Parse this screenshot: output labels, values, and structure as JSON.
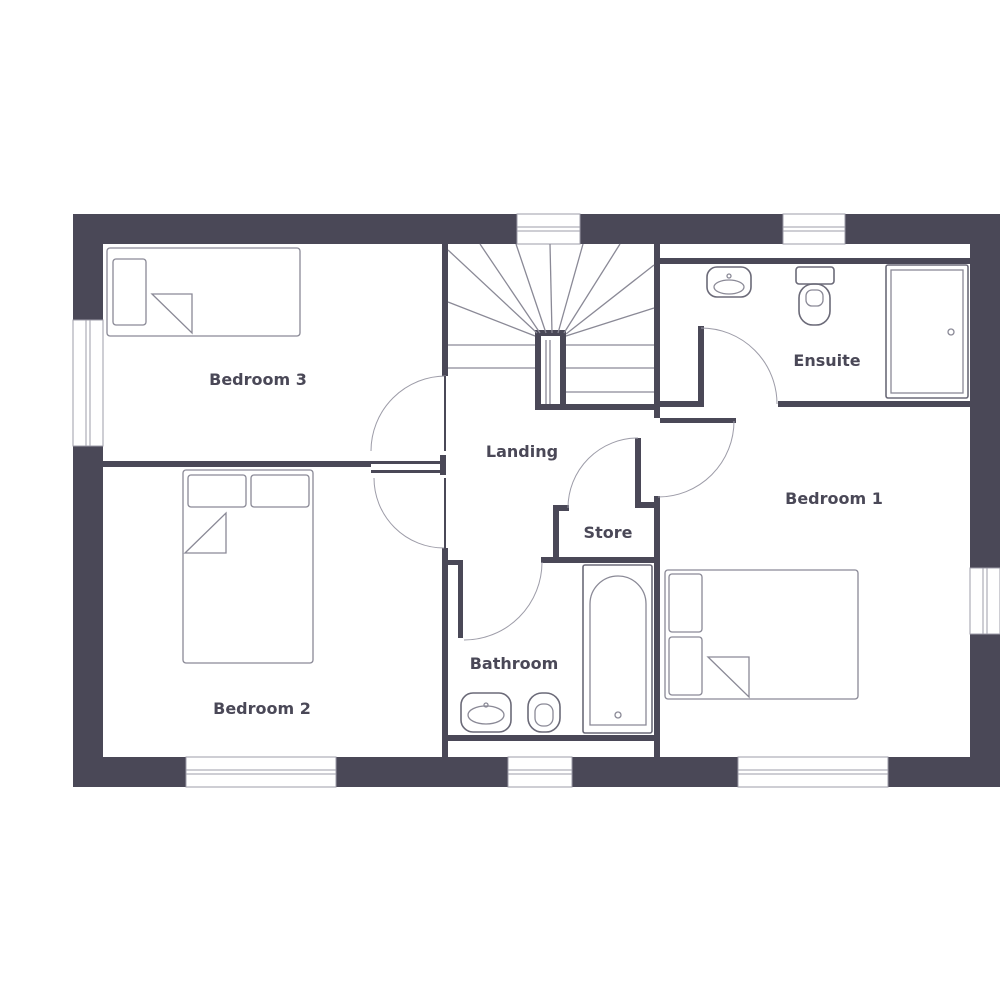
{
  "floor_plan": {
    "rooms": {
      "bedroom3": "Bedroom 3",
      "bedroom2": "Bedroom 2",
      "landing": "Landing",
      "store": "Store",
      "bathroom": "Bathroom",
      "ensuite": "Ensuite",
      "bedroom1": "Bedroom 1"
    }
  },
  "colors": {
    "wall": "#4a4857",
    "background": "#ffffff",
    "fixture_line": "#8a8996"
  }
}
